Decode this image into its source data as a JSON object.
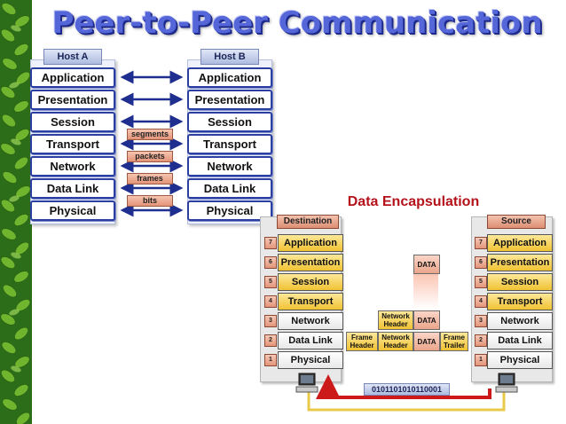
{
  "title": "Peer-to-Peer Communication",
  "peer": {
    "host_a": "Host A",
    "host_b": "Host B",
    "layers": [
      "Application",
      "Presentation",
      "Session",
      "Transport",
      "Network",
      "Data Link",
      "Physical"
    ],
    "pdus": [
      "segments",
      "packets",
      "frames",
      "bits"
    ]
  },
  "encapsulation": {
    "title": "Data Encapsulation",
    "destination": "Destination",
    "source": "Source",
    "numbers": [
      "7",
      "6",
      "5",
      "4",
      "3",
      "2",
      "1"
    ],
    "layers": [
      "Application",
      "Presentation",
      "Session",
      "Transport",
      "Network",
      "Data Link",
      "Physical"
    ],
    "data": "DATA",
    "network_header": "Network Header",
    "frame_header": "Frame Header",
    "frame_trailer": "Frame Trailer",
    "bits": "0101101010110001"
  },
  "colors": {
    "title": "#5566d8",
    "layer_border": "#2a3f9f",
    "encap_title": "#b5121b",
    "upper_layers": "#f0c233",
    "red_line": "#cc1a1a",
    "yellow_line": "#e8c94a"
  }
}
